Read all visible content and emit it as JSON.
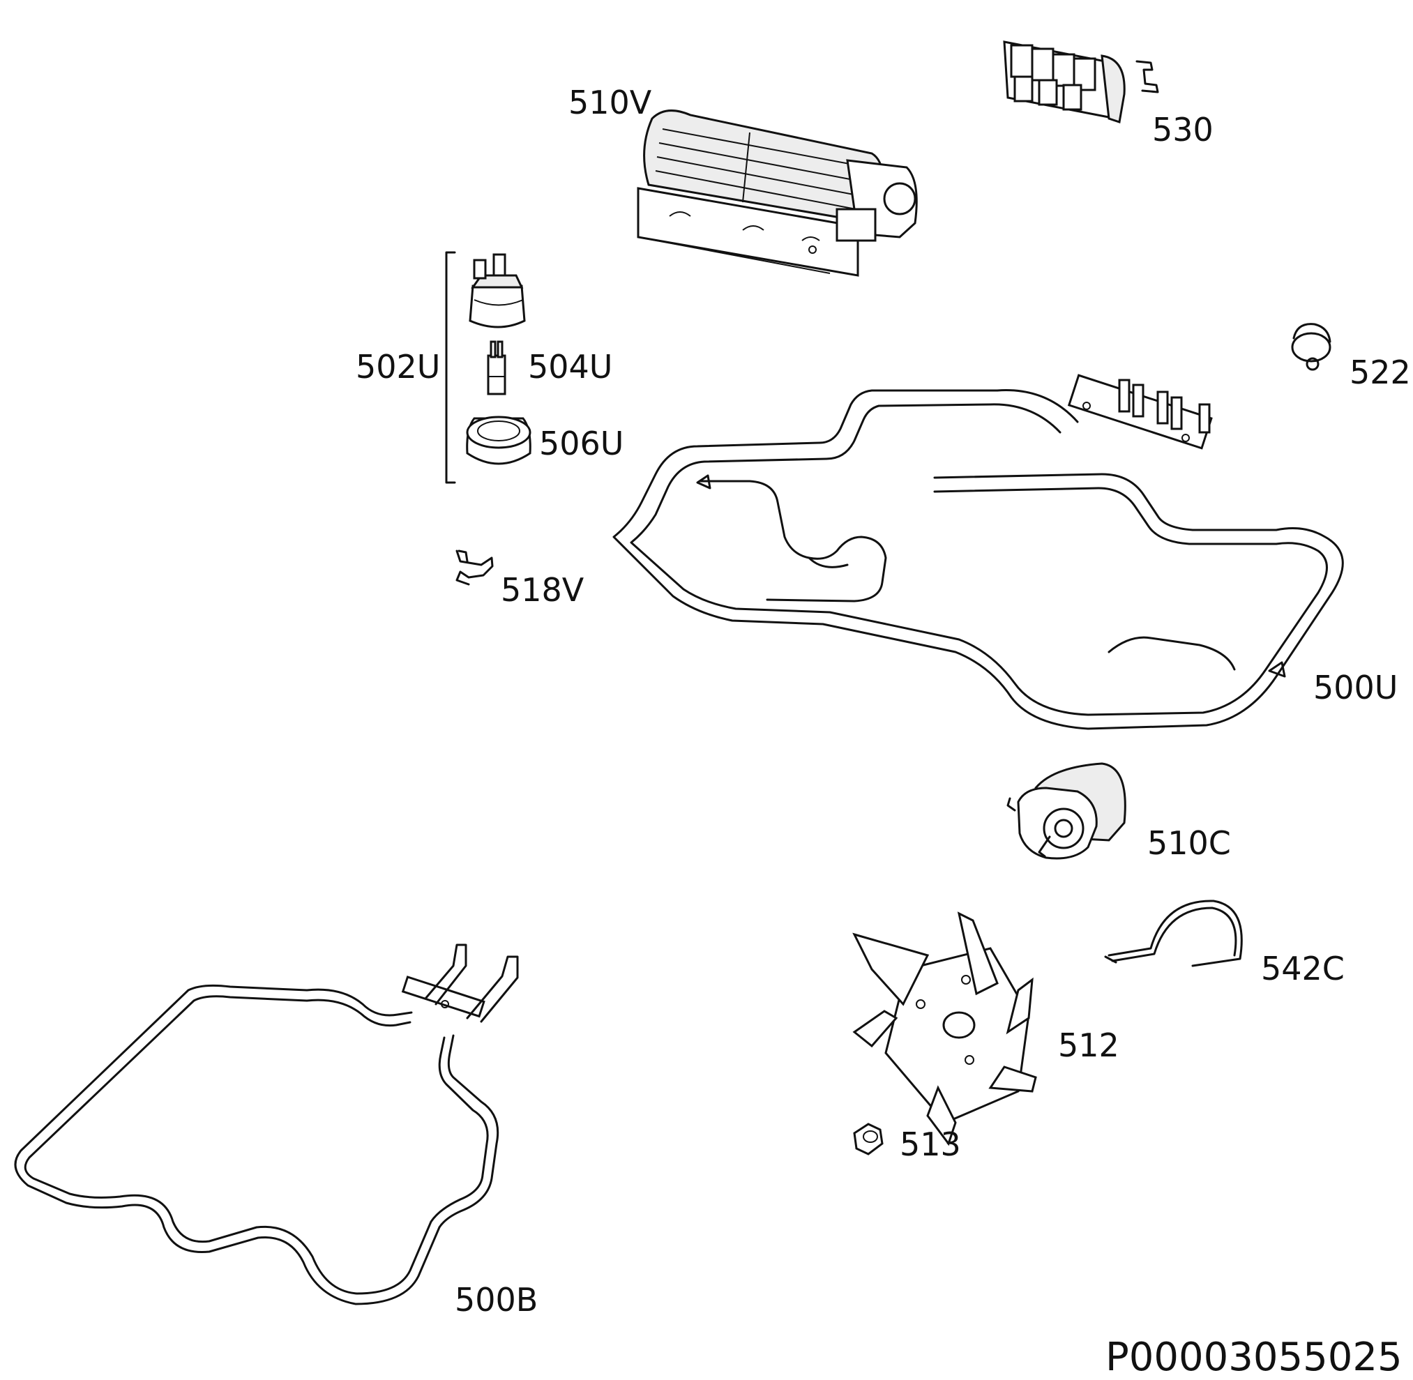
{
  "labels": {
    "p510V": "510V",
    "p530": "530",
    "p502U": "502U",
    "p504U": "504U",
    "p506U": "506U",
    "p522": "522",
    "p518V": "518V",
    "p500U": "500U",
    "p510C": "510C",
    "p542C": "542C",
    "p512": "512",
    "p513": "513",
    "p500B": "500B"
  },
  "document_id": "P00003055025",
  "colors": {
    "line": "#111111",
    "background": "#ffffff"
  }
}
